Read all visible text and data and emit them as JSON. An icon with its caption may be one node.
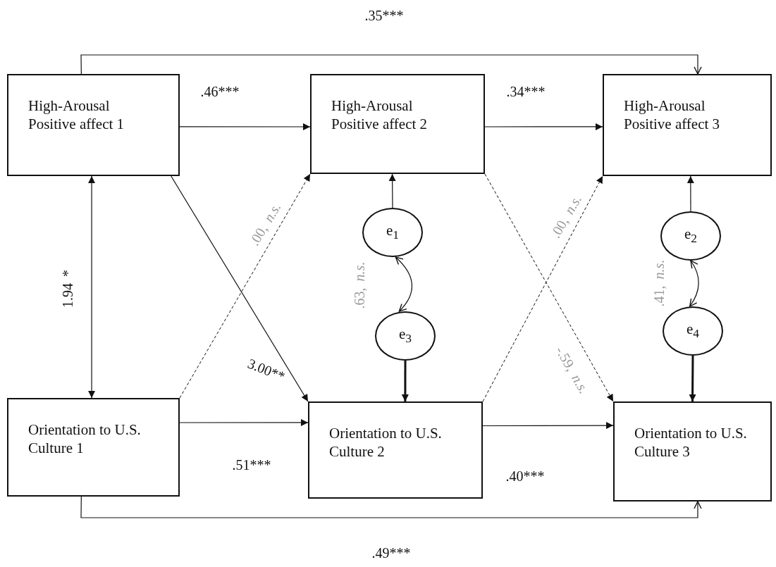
{
  "diagram": {
    "nodes": [
      {
        "text": [
          "High-Arousal Positive affect 1"
        ]
      },
      {
        "text": [
          "High-Arousal Positive affect 2"
        ]
      },
      {
        "text": [
          "High-Arousal Positive affect 3"
        ]
      },
      {
        "text": [
          "e$_{1}$"
        ]
      },
      {
        "text": [
          "e$_{2}$"
        ]
      },
      {
        "text": [
          "e$_{3}$"
        ]
      },
      {
        "text": [
          "e$_{4}$"
        ]
      },
      {
        "text": [
          "Orientation to U.S. Culture 1"
        ]
      },
      {
        "text": [
          "Orientation to U.S. Culture 2"
        ]
      },
      {
        "text": [
          "Orientation to U.S. Culture 3"
        ]
      }
    ],
    "edges": [
      {
        "from": 0,
        "to": 2,
        "arrow": "to",
        "label": ".35***"
      },
      {
        "from": 0,
        "to": 1,
        "arrow": "to",
        "label": ".46***"
      },
      {
        "from": 1,
        "to": 2,
        "arrow": "to",
        "label": ".34***"
      },
      {
        "from": 0,
        "to": 7,
        "arrow": "both",
        "label": "1.94 *"
      },
      {
        "from": 0,
        "to": 8,
        "arrow": "to",
        "label": "3.00**"
      },
      {
        "from": 7,
        "to": 1,
        "arrow": "to",
        "label": ".00, *n.s.*",
        "style": "dashed"
      },
      {
        "from": 1,
        "to": 9,
        "arrow": "to",
        "label": "-.59, *n.s.*",
        "style": "dashed"
      },
      {
        "from": 8,
        "to": 2,
        "arrow": "to",
        "label": ".00, *n.s.*",
        "style": "dashed"
      },
      {
        "from": 3,
        "to": 1,
        "arrow": "to"
      },
      {
        "from": 5,
        "to": 8,
        "arrow": "to",
        "style": "thick"
      },
      {
        "from": 3,
        "to": 5,
        "arrow": "both",
        "label": ".63, *n.s.*"
      },
      {
        "from": 4,
        "to": 2,
        "arrow": "to"
      },
      {
        "from": 6,
        "to": 9,
        "arrow": "to",
        "style": "thick"
      },
      {
        "from": 4,
        "to": 6,
        "arrow": "both",
        "label": ".41, *n.s.*"
      },
      {
        "from": 7,
        "to": 8,
        "arrow": "to",
        "label": ".51***"
      },
      {
        "from": 8,
        "to": 9,
        "arrow": "to",
        "label": ".40***"
      },
      {
        "from": 7,
        "to": 9,
        "arrow": "to",
        "label": ".49***"
      }
    ]
  }
}
